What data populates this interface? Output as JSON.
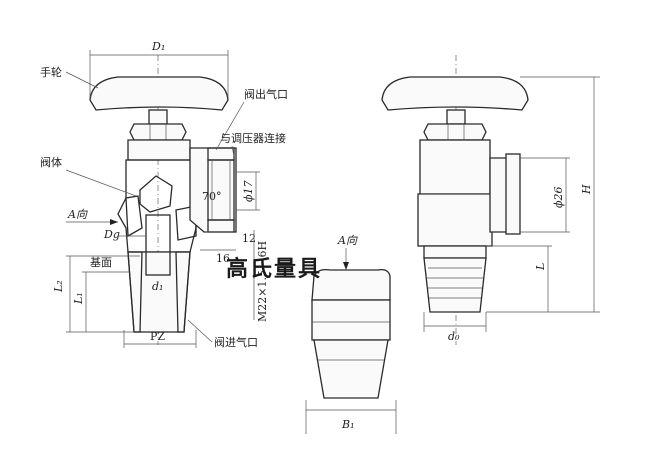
{
  "labels": {
    "handwheel": "手轮",
    "valve_body": "阀体",
    "outlet": "阀出气口",
    "regulator_connection": "与调压器连接",
    "inlet": "阀进气口",
    "a_direction_left": "A向",
    "a_direction_view": "A向",
    "base_plane": "基面",
    "angle": "70°",
    "thread_spec": "M22×1.5 – 6H",
    "dim_12": "12",
    "dim_16": "16",
    "dim_phi17": "ϕ17",
    "dim_phi26": "ϕ26",
    "dim_pz": "PZ",
    "dim_D1": "D₁",
    "dim_Dg": "Dg",
    "dim_d1": "d₁",
    "dim_L1": "L₁",
    "dim_L2": "L₂",
    "dim_L": "L",
    "dim_H": "H",
    "dim_d0": "d₀",
    "dim_B1": "B₁"
  },
  "watermark": "高氏量具"
}
